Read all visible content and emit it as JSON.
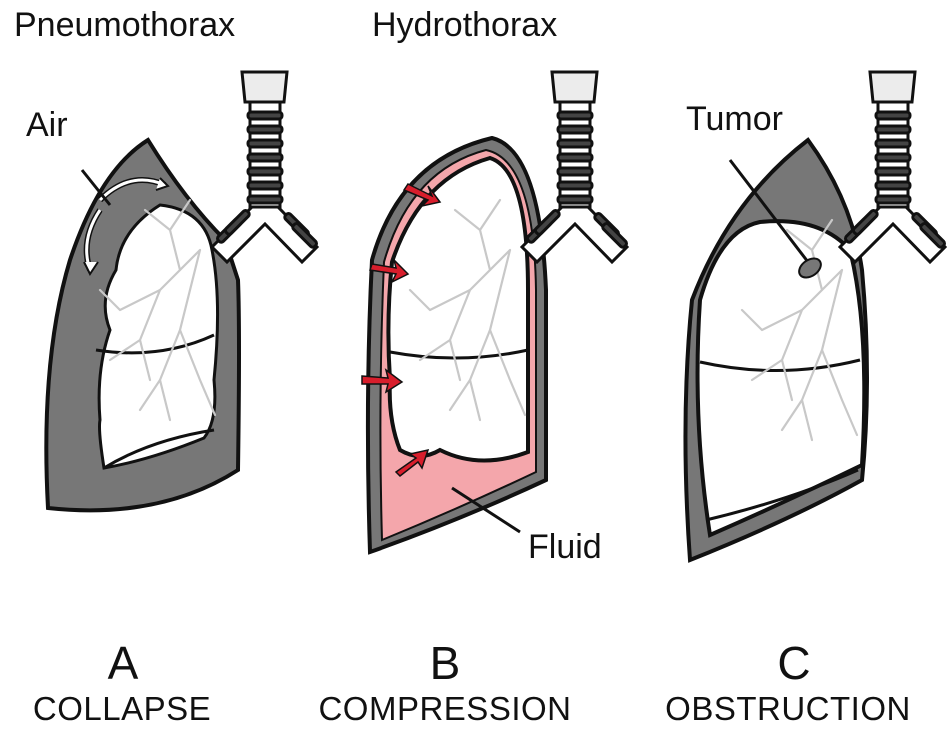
{
  "panels": [
    {
      "letter": "A",
      "caption": "COLLAPSE",
      "heading": "Pneumothorax",
      "callout": "Air"
    },
    {
      "letter": "B",
      "caption": "COMPRESSION",
      "heading": "Hydrothorax",
      "callout": "Fluid"
    },
    {
      "letter": "C",
      "caption": "OBSTRUCTION",
      "heading": "",
      "callout": "Tumor"
    }
  ],
  "colors": {
    "pleura_gray": "#777777",
    "fluid_pink": "#f4a6ab",
    "arrow_red": "#d81e2c",
    "bronchi_lines": "#c8c8c8",
    "outline": "#111111"
  },
  "icons": [
    "trachea-icon",
    "bronchial-tree-icon",
    "pressure-arrow-icon"
  ]
}
